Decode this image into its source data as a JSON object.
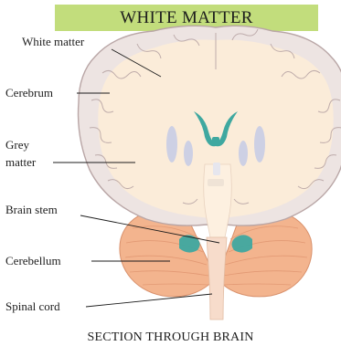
{
  "title": "WHITE MATTER",
  "labels": {
    "white_matter": "White matter",
    "cerebrum": "Cerebrum",
    "grey_matter_line1": "Grey",
    "grey_matter_line2": "matter",
    "brain_stem": "Brain stem",
    "cerebellum": "Cerebellum",
    "spinal_cord": "Spinal cord"
  },
  "caption": "SECTION THROUGH BRAIN",
  "colors": {
    "banner": "#c2dd7c",
    "cortex": "#ede4e2",
    "cortex_outline": "#b9a6a6",
    "white_matter": "#fbecd9",
    "ventricle": "#3fa8a0",
    "grey_nuclei": "#c9cde6",
    "cerebellum": "#f3b48e",
    "cerebellum_lines": "#e09570",
    "spinal_cord": "#f7dccb"
  }
}
